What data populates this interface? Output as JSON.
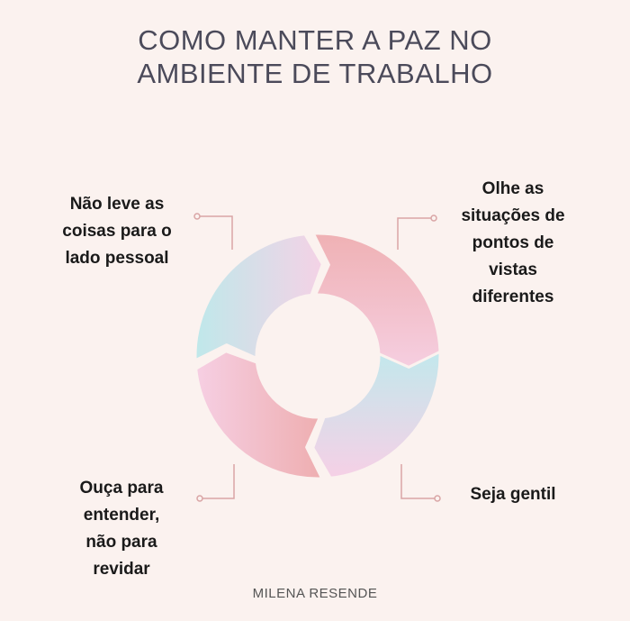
{
  "title": {
    "line1": "COMO MANTER A PAZ NO",
    "line2": "AMBIENTE DE TRABALHO"
  },
  "steps": [
    {
      "text": "Não leve as coisas para o lado pessoal",
      "lines": [
        "Não leve as",
        "coisas para o",
        "lado pessoal"
      ]
    },
    {
      "text": "Olhe as situações de pontos de vistas diferentes",
      "lines": [
        "Olhe as",
        "situações de",
        "pontos de",
        "vistas",
        "diferentes"
      ]
    },
    {
      "text": "Seja gentil",
      "lines": [
        "Seja gentil"
      ]
    },
    {
      "text": "Ouça para entender, não para revidar",
      "lines": [
        "Ouça para",
        "entender,",
        "não para",
        "revidar"
      ]
    }
  ],
  "author": "MILENA RESENDE",
  "colors": {
    "background": "#fbf2ef",
    "title": "#4b4a5a",
    "connector": "#d9a5a5",
    "cyan": "#bfe7ea",
    "pink": "#f4cde2",
    "rose": "#efb0b3"
  }
}
